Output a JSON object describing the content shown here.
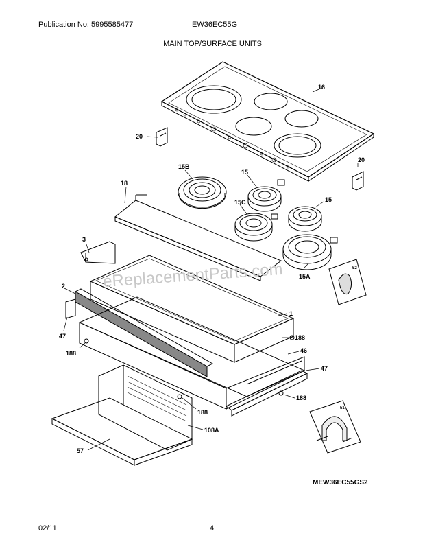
{
  "header": {
    "publication": "Publication No: 5995585477",
    "model": "EW36EC55G",
    "section_title": "MAIN TOP/SURFACE UNITS"
  },
  "callouts": {
    "c16": "16",
    "c20a": "20",
    "c20b": "20",
    "c18": "18",
    "c15b": "15B",
    "c15a1": "15",
    "c15a2": "15",
    "c15c": "15C",
    "c15A": "15A",
    "c3": "3",
    "c2": "2",
    "c1": "1",
    "c47a": "47",
    "c188a": "188",
    "c188b": "188",
    "c46": "46",
    "c47b": "47",
    "c188c": "188",
    "c188d": "188",
    "c108A": "108A",
    "c57": "57",
    "c52": "52",
    "c51": "51"
  },
  "diagram_code": "MEW36EC55GS2",
  "watermark": "eReplacementParts.com",
  "footer": {
    "date": "02/11",
    "page": "4"
  }
}
